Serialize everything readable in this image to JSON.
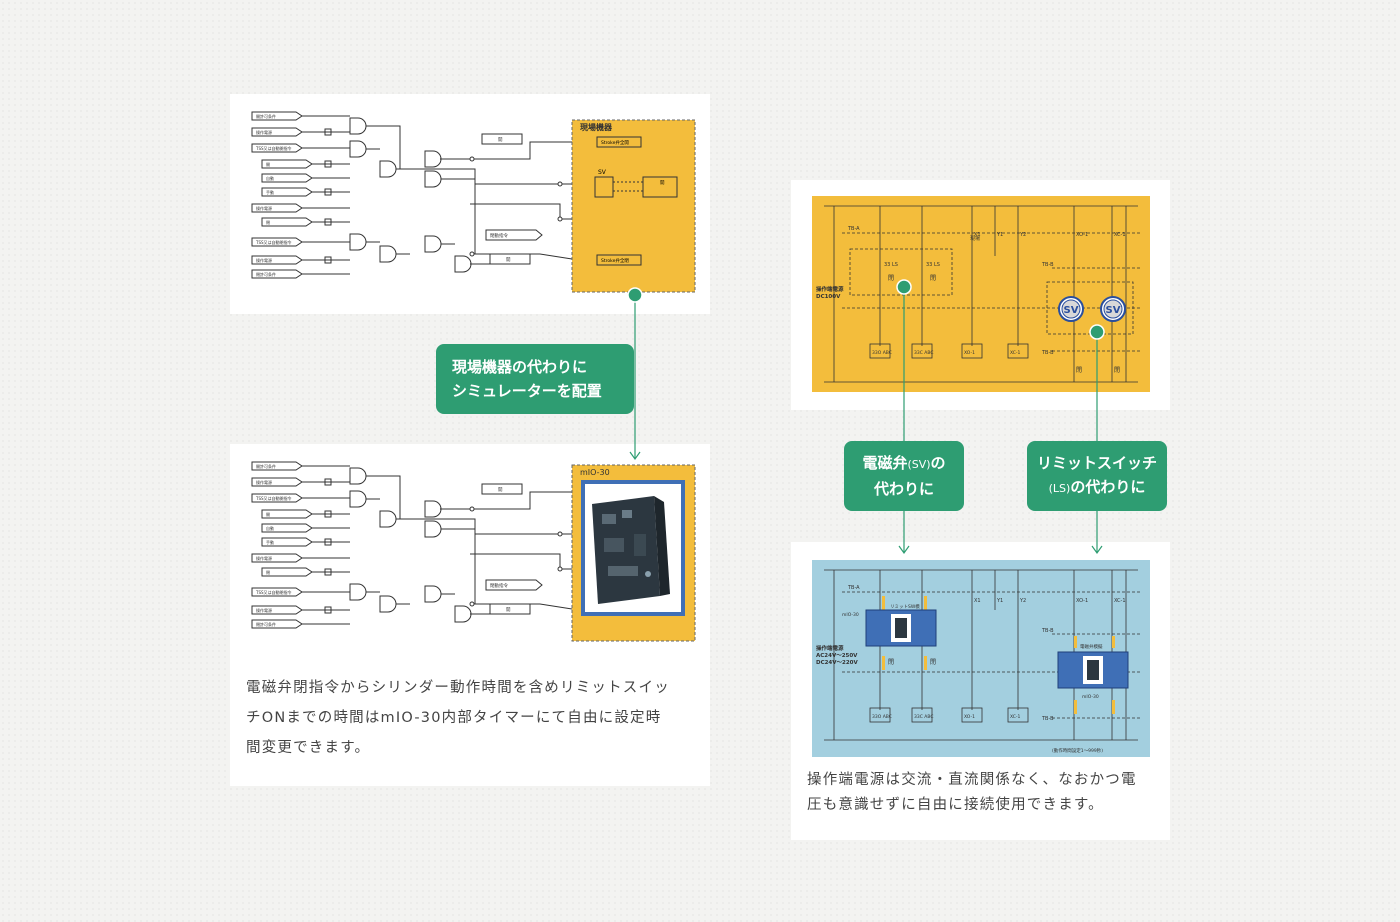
{
  "left": {
    "top_box_title": "現場機器",
    "top_box_labels": [
      "Stroke弁全開",
      "開閉",
      "SV",
      "開",
      "Stroke弁全閉"
    ],
    "bottom_box_title": "mIO-30",
    "input_labels": [
      "開許可条件",
      "操作電源",
      "TSS又は自動開指令",
      "開",
      "自動",
      "手動",
      "操作電源",
      "閉",
      "TSS又は自動閉指令",
      "操作電源",
      "閉許可条件"
    ],
    "side_labels": [
      "開",
      "閉動指令",
      "開"
    ],
    "callout_line1": "現場機器の代わりに",
    "callout_line2": "シミュレーターを配置",
    "caption_line1": "電磁弁閉指令からシリンダー動作時間を含めリミットスイッ",
    "caption_line2": "チONまでの時間はmIO-30内部タイマーにて自由に設定時",
    "caption_line3": "間変更できます。"
  },
  "right": {
    "top": {
      "tb_a": "TB-A",
      "tb_b": "TB-B",
      "power_line1": "操作端電源",
      "power_line2": "DC100V",
      "col_labels": [
        "X1",
        "Y1",
        "Y2",
        "XO-1",
        "XC-1"
      ],
      "ls_label": "33 LS",
      "sv_label": "SV",
      "open": "閉",
      "close": "閉",
      "relay_labels": [
        "33O ABC",
        "33C ABC",
        "XO-1",
        "XC-1"
      ],
      "field_label": "現場"
    },
    "callout_sv_line1": "電磁弁",
    "callout_sv_small": "(SV)",
    "callout_sv_suffix": "の",
    "callout_sv_line2": "代わりに",
    "callout_ls_line1": "リミットスイッチ",
    "callout_ls_small": "(LS)",
    "callout_ls_line2": "の代わりに",
    "bottom": {
      "power_line1": "操作端電源",
      "power_line2": "AC24V～250V",
      "power_line3": "DC24V～220V",
      "limit_label": "リミットSW模",
      "valve_label": "電磁弁模擬",
      "mio": "mIO-30",
      "note": "(動作時間設定1～999秒)"
    },
    "caption_line1": "操作端電源は交流・直流関係なく、なおかつ電",
    "caption_line2": "圧も意識せずに自由に接続使用できます。"
  },
  "colors": {
    "accent": "#2e9d72",
    "yellow": "#f3bd3c",
    "lightblue": "#a3cfdf",
    "device_blue": "#3f6fb6"
  }
}
